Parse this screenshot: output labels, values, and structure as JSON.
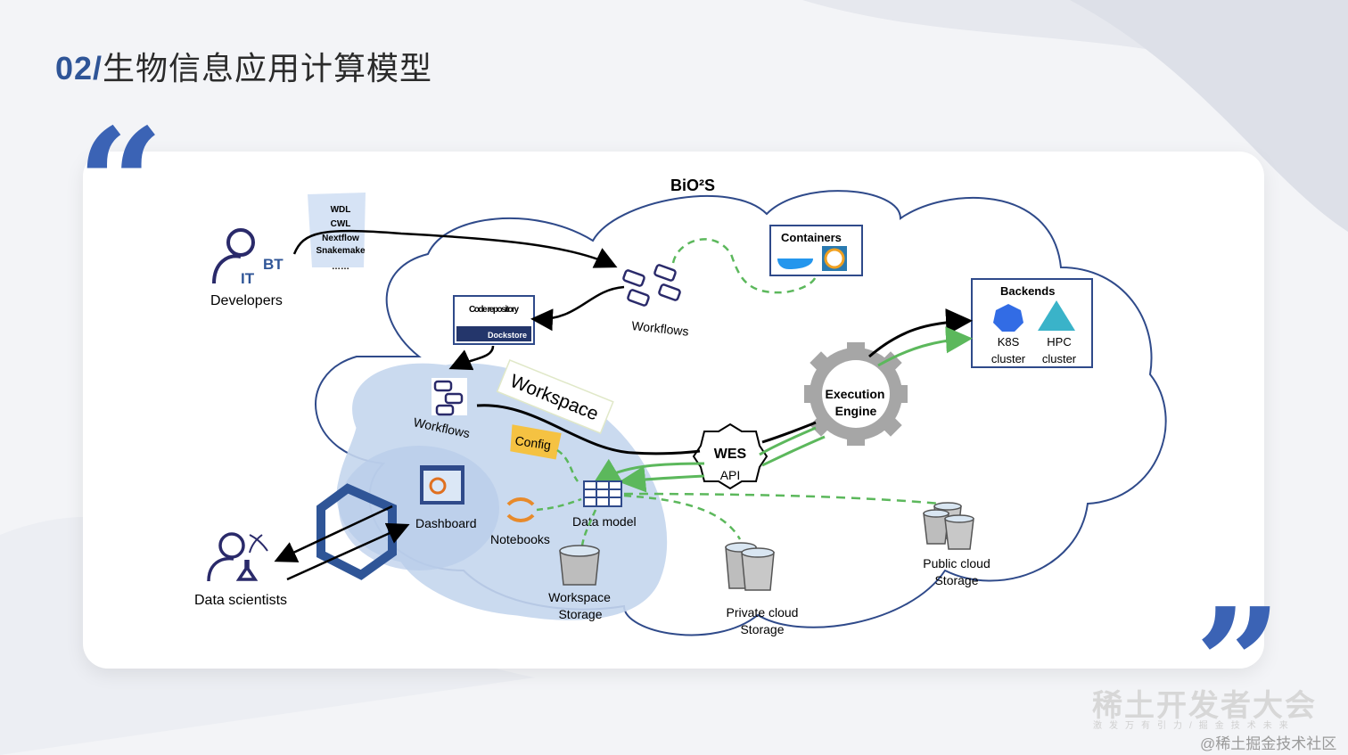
{
  "slide": {
    "number": "02/",
    "title": "生物信息应用计算模型",
    "open_quote": "“",
    "close_quote": "”"
  },
  "diagram": {
    "platform_label": "BiO²S",
    "developers": {
      "label": "Developers",
      "bt": "BT",
      "it": "IT"
    },
    "languages": [
      "WDL",
      "CWL",
      "Nextflow",
      "Snakemake",
      "……"
    ],
    "workflows_top": "Workflows",
    "code_repository": {
      "title": "Code repository",
      "badge": "Dockstore"
    },
    "containers": "Containers",
    "backends": {
      "title": "Backends",
      "k8s": [
        "K8S",
        "cluster"
      ],
      "hpc": [
        "HPC",
        "cluster"
      ]
    },
    "execution_engine": [
      "Execution",
      "Engine"
    ],
    "wes_api": [
      "WES",
      "API"
    ],
    "workspace_label": "Workspace",
    "workflows_left": "Workflows",
    "config": "Config",
    "dashboard": "Dashboard",
    "notebooks": "Notebooks",
    "data_model": "Data model",
    "workspace_storage": [
      "Workspace",
      "Storage"
    ],
    "private_storage": [
      "Private cloud",
      "Storage"
    ],
    "public_storage": [
      "Public cloud",
      "Storage"
    ],
    "data_scientists": "Data scientists"
  },
  "watermark": {
    "main": "稀土开发者大会",
    "sub": "激发万有引力/掘金技术未来",
    "credit": "@稀土掘金技术社区"
  },
  "colors": {
    "accent": "#2f5597",
    "cloud_stroke": "#2f4a8a",
    "workspace_fill": "#c5d6ee",
    "green": "#5cb85c",
    "gear": "#a6a6a6"
  }
}
